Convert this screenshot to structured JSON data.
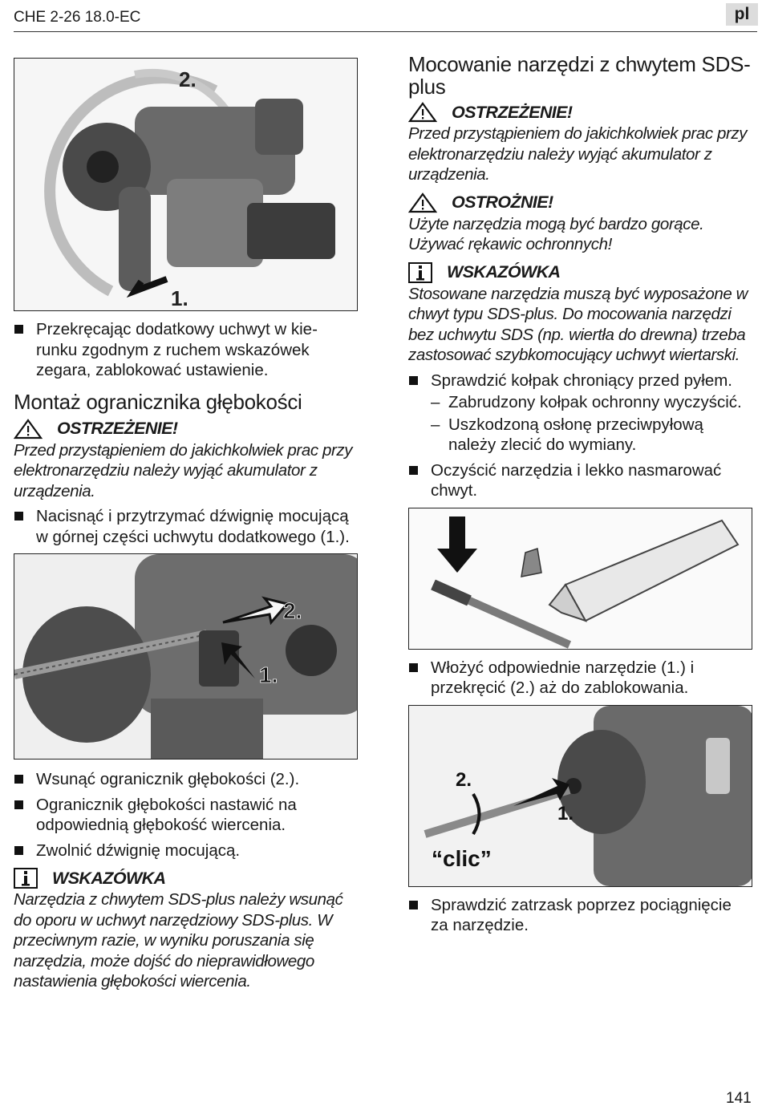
{
  "header": {
    "doc_code": "CHE 2-26 18.0-EC",
    "lang": "pl"
  },
  "page_number": "141",
  "left": {
    "fig1_labels": {
      "step2": "2.",
      "step1": "1."
    },
    "bullet1": "Przekręcając dodatkowy uchwyt w kie-runku zgodnym z ruchem wskazówek zegara, zablokować ustawienie.",
    "heading": "Montaż ogranicznika głębokości",
    "warning": {
      "title": "OSTRZEŻENIE!",
      "text": "Przed przystąpieniem do jakichkolwiek prac przy elektronarzędziu należy wyjąć akumulator z urządzenia."
    },
    "bullet2": "Nacisnąć i przytrzymać dźwignię mocującą w górnej części uchwytu dodatkowego (1.).",
    "fig2_labels": {
      "step2": "2.",
      "step1": "1."
    },
    "bullets3": [
      "Wsunąć ogranicznik głębokości (2.).",
      "Ogranicznik głębokości nastawić na odpowiednią głębokość wiercenia.",
      "Zwolnić dźwignię mocującą."
    ],
    "note": {
      "title": "WSKAZÓWKA",
      "text": "Narzędzia z chwytem SDS-plus należy wsunąć do oporu w uchwyt narzędziowy SDS-plus. W przeciwnym razie, w wyniku poruszania się narzędzia, może dojść do nieprawidłowego nastawienia głębokości wiercenia."
    }
  },
  "right": {
    "heading": "Mocowanie narzędzi z chwytem SDS-plus",
    "warning": {
      "title": "OSTRZEŻENIE!",
      "text": "Przed przystąpieniem do jakichkolwiek prac przy elektronarzędziu należy wyjąć akumulator z urządzenia."
    },
    "caution": {
      "title": "OSTROŻNIE!",
      "text": "Użyte narzędzia mogą być bardzo gorące. Używać rękawic ochronnych!"
    },
    "note": {
      "title": "WSKAZÓWKA",
      "text": "Stosowane narzędzia muszą być wyposażone w chwyt typu SDS-plus. Do mocowania narzędzi bez uchwytu SDS (np. wiertła do drewna) trzeba zastosować szybkomocujący uchwyt wiertarski."
    },
    "bullet_check": "Sprawdzić kołpak chroniący przed pyłem.",
    "dashes": [
      "Zabrudzony kołpak ochronny wyczyścić.",
      "Uszkodzoną osłonę przeciwpyłową należy zlecić do wymiany."
    ],
    "bullet_clean": "Oczyścić narzędzia i lekko nasmarować chwyt.",
    "bullet_insert": "Włożyć odpowiednie narzędzie (1.) i przekręcić (2.) aż do zablokowania.",
    "fig5_labels": {
      "step2": "2.",
      "step1": "1.",
      "click": "“clic”"
    },
    "bullet_pull": "Sprawdzić zatrzask poprzez pociągnięcie za narzędzie."
  }
}
